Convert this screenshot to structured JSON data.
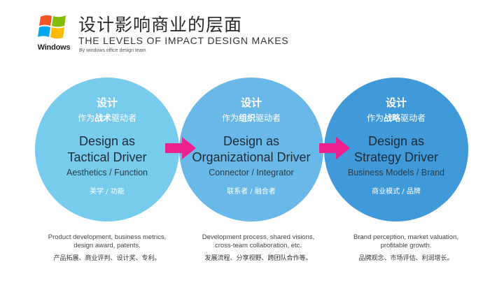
{
  "header": {
    "logo_text": "Windows",
    "title_cn": "设计影响商业的层面",
    "title_en": "THE LEVELS OF IMPACT DESIGN MAKES",
    "byline": "By windows office design team"
  },
  "circles": [
    {
      "title": "设计",
      "role_prefix": "作为",
      "role_key": "战术",
      "role_suffix": "驱动者",
      "heading": "Design as\nTactical Driver",
      "sub_en": "Aesthetics / Function",
      "sub_cn": "美学 / 功能",
      "desc_en": "Product development, business metrics,\ndesign award, patents.",
      "desc_cn": "产品拓展、商业评判、设计奖、专利。"
    },
    {
      "title": "设计",
      "role_prefix": "作为",
      "role_key": "组织",
      "role_suffix": "驱动者",
      "heading": "Design as\nOrganizational Driver",
      "sub_en": "Connector / Integrator",
      "sub_cn": "联系者 / 融合者",
      "desc_en": "Development process, shared visions,\ncross-team collaboration, etc.",
      "desc_cn": "发展流程、分享视野、跨团队合作等。"
    },
    {
      "title": "设计",
      "role_prefix": "作为",
      "role_key": "战略",
      "role_suffix": "驱动者",
      "heading": "Design as\nStrategy Driver",
      "sub_en": "Business Models / Brand",
      "sub_cn": "商业模式 / 品牌",
      "desc_en": "Brand perception, market valuation,\nprofitable growth.",
      "desc_cn": "品牌观念、市场评估、利润增长。"
    }
  ],
  "colors": {
    "arrow": "#ee1f8f",
    "circle_1": "#64c4eb",
    "circle_2": "#40a4e0",
    "circle_3": "#1e88d4"
  },
  "icons": {
    "logo": "windows-flag-icon",
    "connector": "right-arrow-icon"
  }
}
